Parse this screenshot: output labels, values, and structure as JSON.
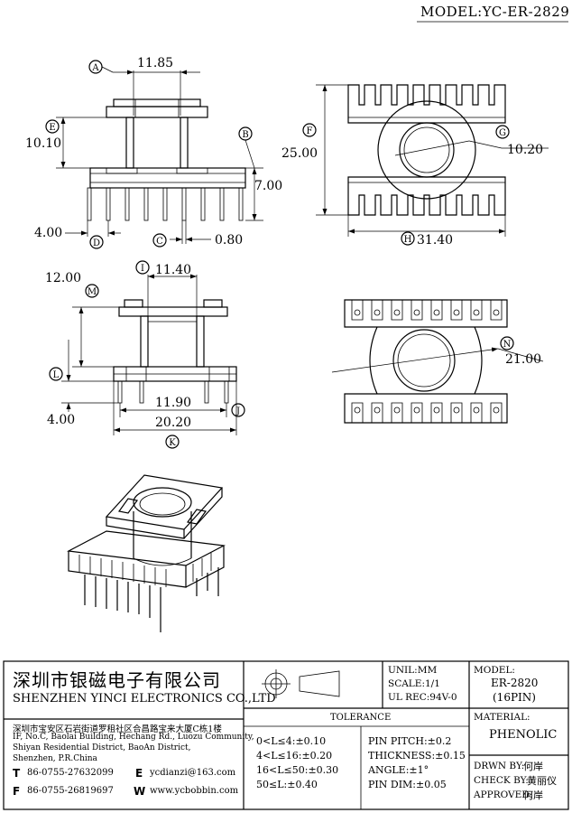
{
  "model_header": "MODEL:YC-ER-2829",
  "top_view": {
    "dim_A": "A",
    "dim_A_value": "11.85",
    "dim_E": "E",
    "dim_E_value": "10.10",
    "dim_B": "B",
    "dim_B_value": "7.00",
    "dim_D": "D",
    "dim_D_value": "4.00",
    "dim_C": "C",
    "dim_C_value": "0.80"
  },
  "top_right_view": {
    "dim_F": "F",
    "dim_F_value": "25.00",
    "dim_G": "G",
    "dim_G_value": "10.20",
    "dim_H": "H",
    "dim_H_value": "31.40"
  },
  "side_view": {
    "dim_I": "I",
    "dim_I_value": "11.40",
    "dim_M": "M",
    "dim_M_value": "12.00",
    "dim_L": "L",
    "dim_L_value": "4.00",
    "dim_J": "J",
    "dim_J_value": "11.90",
    "dim_K": "K",
    "dim_K_value": "20.20"
  },
  "bottom_right_view": {
    "dim_N": "N",
    "dim_N_value": "21.00"
  },
  "title_block": {
    "company_cn": "深圳市银磁电子有限公司",
    "company_en": "SHENZHEN YINCI ELECTRONICS CO.,LTD",
    "address_cn": "深圳市宝安区石岩街道罗租社区合昌路宝来大厦C栋1楼",
    "address_en_1": "IF, No.C, Baolai Building, Hechang Rd., Luozu Community,",
    "address_en_2": "Shiyan Residential District, BaoAn District,",
    "address_en_3": "Shenzhen, P.R.China",
    "tel_letter": "T",
    "tel": "86-0755-27632099",
    "email_letter": "E",
    "email": "ycdianzi@163.com",
    "fax_letter": "F",
    "fax": "86-0755-26819697",
    "web_letter": "W",
    "web": "www.ycbobbin.com",
    "unit": "UNIL:MM",
    "scale": "SCALE:1/1",
    "ul_rec": "UL REC:94V-0",
    "model_label": "MODEL:",
    "model_value": "ER-2820",
    "pins": "(16PIN)",
    "material_label": "MATERIAL:",
    "material_value": "PHENOLIC",
    "tolerance_title": "TOLERANCE",
    "tol_1": "0<L≤4:±0.10",
    "tol_2": "4<L≤16:±0.20",
    "tol_3": "16<L≤50:±0.30",
    "tol_4": "50≤L:±0.40",
    "pin_pitch": "PIN PITCH:±0.2",
    "thickness": "THICKNESS:±0.15",
    "angle": "ANGLE:±1°",
    "pin_dim": "PIN DIM:±0.05",
    "drawn_label": "DRWN BY:",
    "drawn_value": "何岸",
    "check_label": "CHECK BY:",
    "check_value": "黄丽仪",
    "approved_label": "APPROVED:",
    "approved_value": "何岸"
  }
}
